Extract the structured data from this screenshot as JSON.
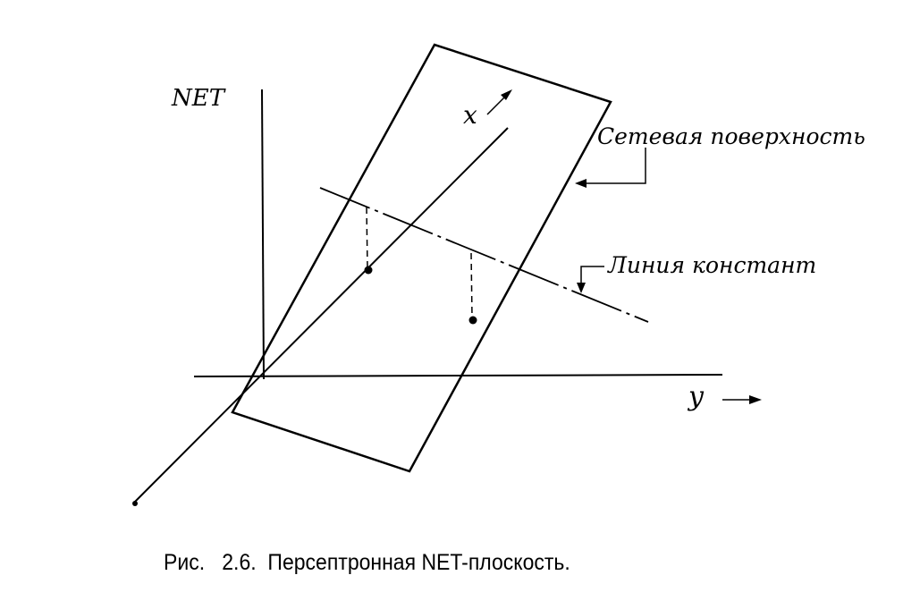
{
  "labels": {
    "net_axis": "NET",
    "x_axis": "x",
    "y_axis": "y",
    "surface": "Сетевая поверхность",
    "constant_line": "Линия констант"
  },
  "caption": {
    "prefix": "Рис.",
    "number": "2.6.",
    "text": "Персептронная NET-плоскость."
  }
}
